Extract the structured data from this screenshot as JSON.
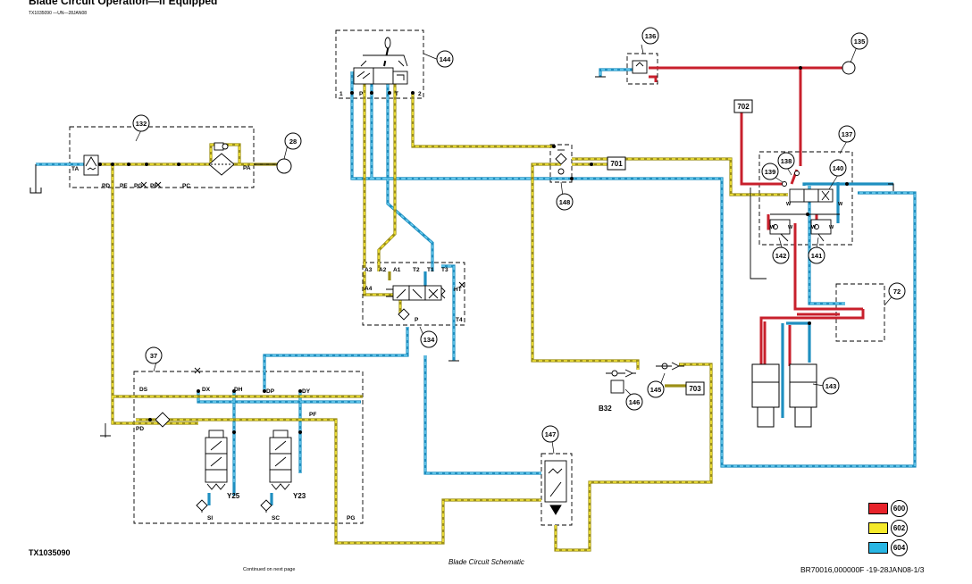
{
  "header": {
    "title": "Blade Circuit Operation—If Equipped",
    "code": "TX1035090 —UN—28JAN08"
  },
  "footer": {
    "figure_id": "TX1035090",
    "continued": "Continued on next page",
    "caption": "Blade Circuit Schematic",
    "reference": "BR70016,000000F -19-28JAN08-1/3"
  },
  "colors": {
    "pressure": "#d3212f",
    "pilot": "#f2e124",
    "return": "#2ab0df",
    "line": "#000000"
  },
  "legend": [
    {
      "color": "#e8232b",
      "label": "600"
    },
    {
      "color": "#f5e92a",
      "label": "602"
    },
    {
      "color": "#29b6e4",
      "label": "604"
    }
  ],
  "callouts": {
    "c28": "28",
    "c37": "37",
    "c72": "72",
    "c132": "132",
    "c134": "134",
    "c135": "135",
    "c136": "136",
    "c137": "137",
    "c138": "138",
    "c139": "139",
    "c140": "140",
    "c141": "141",
    "c142": "142",
    "c143": "143",
    "c144": "144",
    "c145": "145",
    "c146": "146",
    "c147": "147",
    "c148": "148"
  },
  "boxed_callouts": {
    "b701": "701",
    "b702": "702",
    "b703": "703"
  },
  "labels": {
    "ta": "TA",
    "pa": "PA",
    "pd132": "PD",
    "pe": "PE",
    "pg132": "PG",
    "pf132": "PF",
    "pc": "PC",
    "p1": "1",
    "pp": "P",
    "pt": "T",
    "p2": "2",
    "a3": "A3",
    "a2": "A2",
    "a1": "A1",
    "t2": "T2",
    "t1": "T1",
    "t3": "T3",
    "a4": "A4",
    "ht": "HT",
    "p134": "P",
    "t4": "T4",
    "ds": "DS",
    "dx": "DX",
    "dh": "DH",
    "dp": "DP",
    "dy": "DY",
    "pd37": "PD",
    "pf37": "PF",
    "y25": "Y25",
    "y23": "Y23",
    "si": "SI",
    "sc": "SC",
    "pg37": "PG",
    "b32": "B32",
    "w1": "W",
    "w2": "W",
    "w3": "W",
    "w4": "W",
    "w5": "W",
    "w6": "W"
  }
}
